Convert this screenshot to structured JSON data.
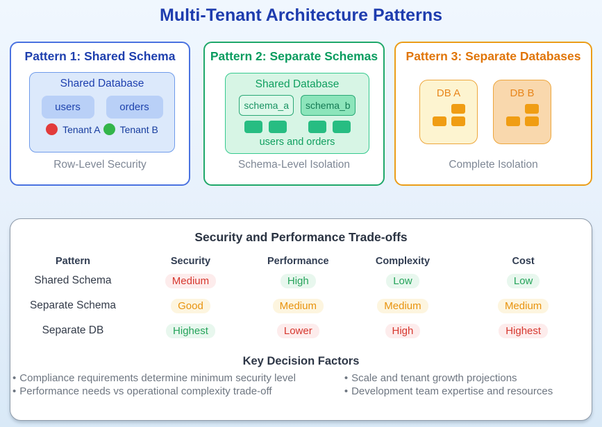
{
  "title": "Multi-Tenant Architecture Patterns",
  "patterns": [
    {
      "header": "Pattern 1: Shared Schema",
      "db_label": "Shared Database",
      "tables": [
        "users",
        "orders"
      ],
      "tenants": [
        {
          "name": "Tenant A",
          "color": "#e23b3b"
        },
        {
          "name": "Tenant B",
          "color": "#33b54a"
        }
      ],
      "caption": "Row-Level Security"
    },
    {
      "header": "Pattern 2: Separate Schemas",
      "db_label": "Shared Database",
      "schemas": [
        "schema_a",
        "schema_b"
      ],
      "tables_label": "users and orders",
      "caption": "Schema-Level Isolation"
    },
    {
      "header": "Pattern 3: Separate Databases",
      "databases": [
        "DB A",
        "DB B"
      ],
      "caption": "Complete Isolation"
    }
  ],
  "tradeoffs": {
    "title": "Security and Performance Trade-offs",
    "columns": [
      "Pattern",
      "Security",
      "Performance",
      "Complexity",
      "Cost"
    ],
    "rows": [
      {
        "pattern": "Shared Schema",
        "values": [
          {
            "text": "Medium",
            "tone": "red"
          },
          {
            "text": "High",
            "tone": "green"
          },
          {
            "text": "Low",
            "tone": "green"
          },
          {
            "text": "Low",
            "tone": "green"
          }
        ]
      },
      {
        "pattern": "Separate Schema",
        "values": [
          {
            "text": "Good",
            "tone": "orange"
          },
          {
            "text": "Medium",
            "tone": "orange"
          },
          {
            "text": "Medium",
            "tone": "orange"
          },
          {
            "text": "Medium",
            "tone": "orange"
          }
        ]
      },
      {
        "pattern": "Separate DB",
        "values": [
          {
            "text": "Highest",
            "tone": "green"
          },
          {
            "text": "Lower",
            "tone": "red"
          },
          {
            "text": "High",
            "tone": "red"
          },
          {
            "text": "Highest",
            "tone": "red"
          }
        ]
      }
    ]
  },
  "decision_factors": {
    "title": "Key Decision Factors",
    "bullet_char": "•",
    "left": [
      "Compliance requirements determine minimum security level",
      "Performance needs vs operational complexity trade-off"
    ],
    "right": [
      "Scale and tenant growth projections",
      "Development team expertise and resources"
    ]
  },
  "colors": {
    "title_text": "#1e3cae",
    "pattern1_accent": "#4a72e0",
    "pattern2_accent": "#1fa86a",
    "pattern3_accent": "#eb9d18",
    "value_red": "#d6382f",
    "value_green": "#25a35a",
    "value_orange": "#e8930e"
  }
}
